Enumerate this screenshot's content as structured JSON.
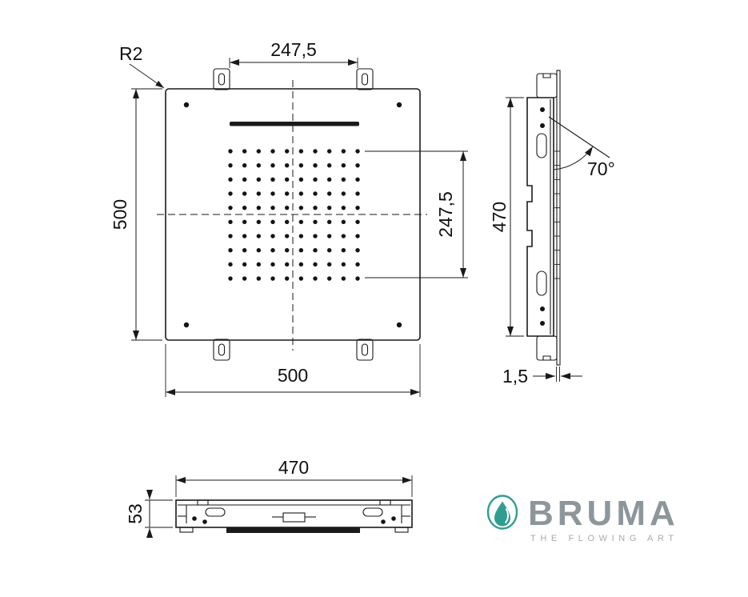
{
  "views": {
    "front": {
      "radius_label": "R2",
      "dim_top": "247,5",
      "dim_left": "500",
      "dim_right": "247,5",
      "dim_bottom": "500",
      "nozzle_grid": {
        "rows": 10,
        "cols": 10
      }
    },
    "side": {
      "dim_height": "470",
      "angle": "70°",
      "dim_thickness": "1,5"
    },
    "bottom": {
      "dim_width": "470",
      "dim_height": "53"
    }
  },
  "logo": {
    "brand": "BRUMA",
    "tagline": "THE FLOWING ART",
    "teal": "#2f9e91",
    "gray": "#8d969a",
    "tagline_gray": "#a4abae"
  }
}
